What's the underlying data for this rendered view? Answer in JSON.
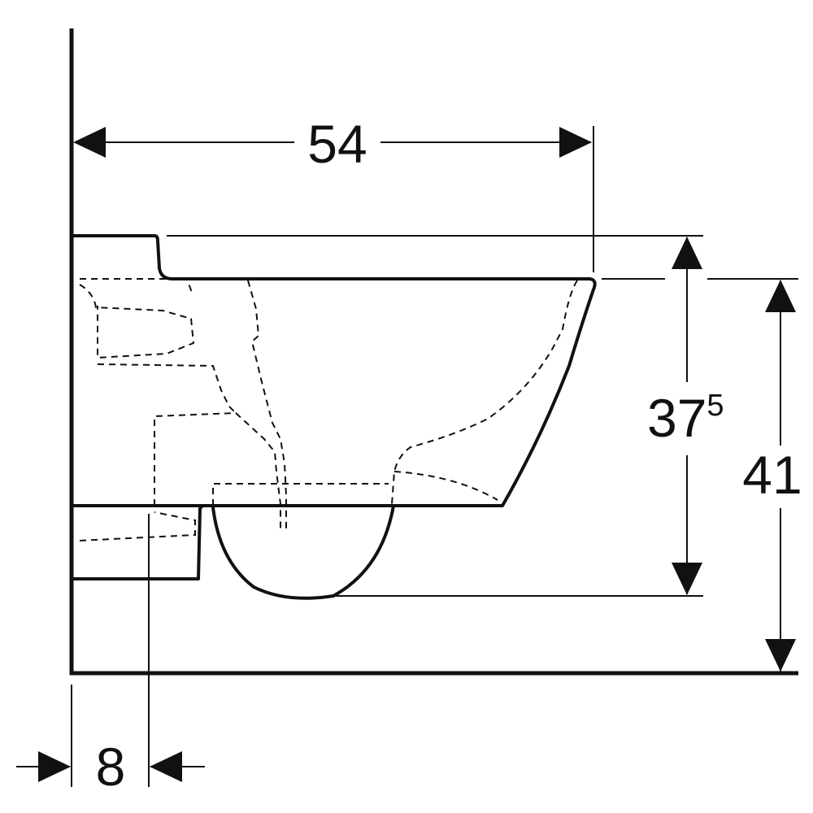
{
  "dimensions": {
    "depth": {
      "value": "54"
    },
    "bowl_height": {
      "value": "37",
      "superscript": "5"
    },
    "total_height": {
      "value": "41"
    },
    "wall_offset": {
      "value": "8"
    }
  }
}
